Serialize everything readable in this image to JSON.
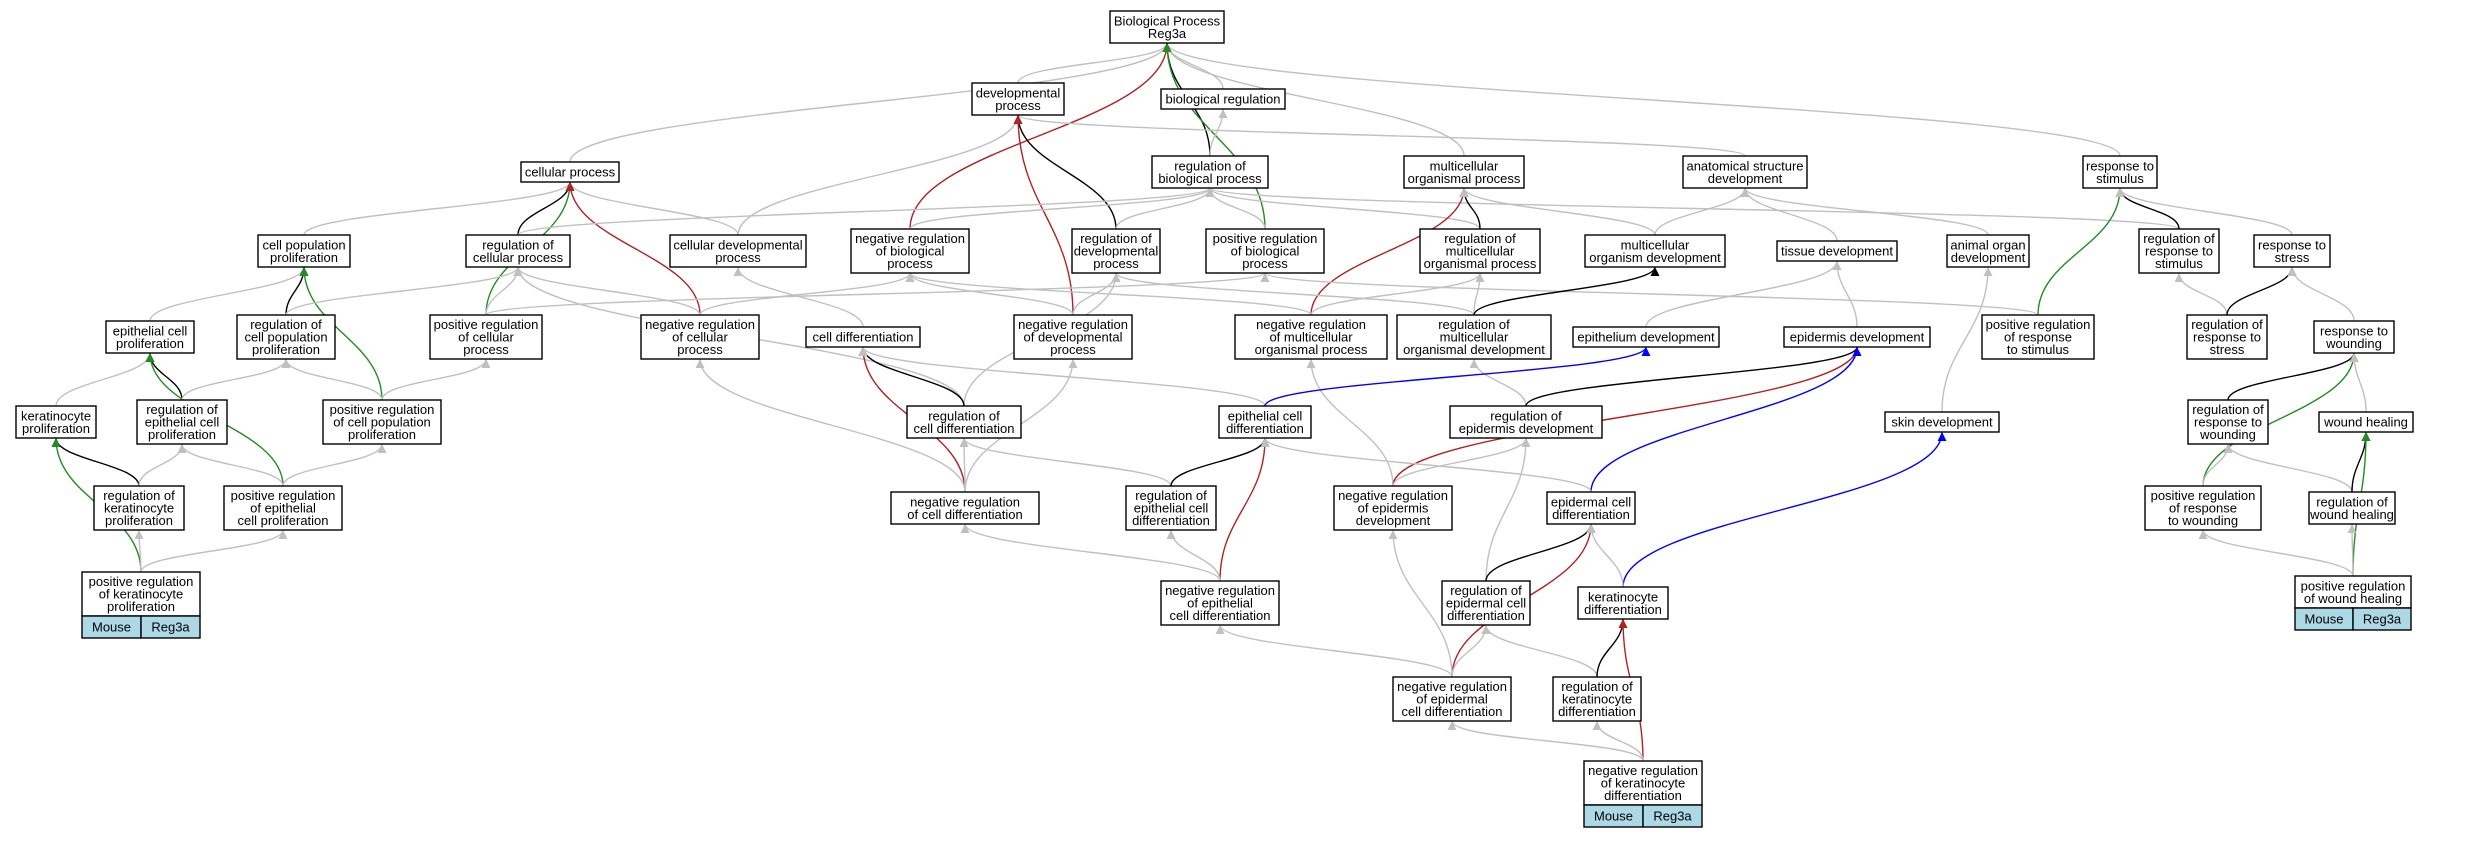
{
  "colors": {
    "is_a": "#c0c0c0",
    "part_of": "#000000",
    "negatively_regulates": "#b22222",
    "positively_regulates": "#228b22",
    "regulates": "#000000",
    "develops_from": "#0000ff",
    "tag_fill": "#add8e6"
  },
  "nodes": {
    "root": {
      "lines": [
        "Biological Process",
        "Reg3a"
      ]
    },
    "devproc": {
      "lines": [
        "developmental",
        "process"
      ]
    },
    "bioreg": {
      "lines": [
        "biological regulation"
      ]
    },
    "cellproc": {
      "lines": [
        "cellular process"
      ]
    },
    "regbio": {
      "lines": [
        "regulation of",
        "biological process"
      ]
    },
    "multiorg": {
      "lines": [
        "multicellular",
        "organismal process"
      ]
    },
    "anatdev": {
      "lines": [
        "anatomical structure",
        "development"
      ]
    },
    "respstim": {
      "lines": [
        "response to",
        "stimulus"
      ]
    },
    "cellpopprolif": {
      "lines": [
        "cell population",
        "proliferation"
      ]
    },
    "regcellproc": {
      "lines": [
        "regulation of",
        "cellular process"
      ]
    },
    "celldevproc": {
      "lines": [
        "cellular developmental",
        "process"
      ]
    },
    "negregbio": {
      "lines": [
        "negative regulation",
        "of biological",
        "process"
      ]
    },
    "regdevproc": {
      "lines": [
        "regulation of",
        "developmental",
        "process"
      ]
    },
    "posregbio": {
      "lines": [
        "positive regulation",
        "of biological",
        "process"
      ]
    },
    "regmultiorg": {
      "lines": [
        "regulation of",
        "multicellular",
        "organismal process"
      ]
    },
    "multiorgdev": {
      "lines": [
        "multicellular",
        "organism development"
      ]
    },
    "tissuedev": {
      "lines": [
        "tissue development"
      ]
    },
    "animalorgandev": {
      "lines": [
        "animal organ",
        "development"
      ]
    },
    "regrespstim": {
      "lines": [
        "regulation of",
        "response to",
        "stimulus"
      ]
    },
    "respstress": {
      "lines": [
        "response to",
        "stress"
      ]
    },
    "epicellprolif": {
      "lines": [
        "epithelial cell",
        "proliferation"
      ]
    },
    "regcellpopprolif": {
      "lines": [
        "regulation of",
        "cell population",
        "proliferation"
      ]
    },
    "posregcellproc": {
      "lines": [
        "positive regulation",
        "of cellular",
        "process"
      ]
    },
    "negregcellproc": {
      "lines": [
        "negative regulation",
        "of cellular",
        "process"
      ]
    },
    "celldiff": {
      "lines": [
        "cell differentiation"
      ]
    },
    "negregdevproc": {
      "lines": [
        "negative regulation",
        "of developmental",
        "process"
      ]
    },
    "negregmultiorg": {
      "lines": [
        "negative regulation",
        "of multicellular",
        "organismal process"
      ]
    },
    "regmultiorgdev": {
      "lines": [
        "regulation of",
        "multicellular",
        "organismal development"
      ]
    },
    "epithdev": {
      "lines": [
        "epithelium development"
      ]
    },
    "epiddev": {
      "lines": [
        "epidermis development"
      ]
    },
    "posregrespstim": {
      "lines": [
        "positive regulation",
        "of response",
        "to stimulus"
      ]
    },
    "regrespstress": {
      "lines": [
        "regulation of",
        "response to",
        "stress"
      ]
    },
    "respwound": {
      "lines": [
        "response to",
        "wounding"
      ]
    },
    "kerprolif": {
      "lines": [
        "keratinocyte",
        "proliferation"
      ]
    },
    "regepicellprolif": {
      "lines": [
        "regulation of",
        "epithelial cell",
        "proliferation"
      ]
    },
    "posregcellpopprolif": {
      "lines": [
        "positive regulation",
        "of cell population",
        "proliferation"
      ]
    },
    "regcelldiff": {
      "lines": [
        "regulation of",
        "cell differentiation"
      ]
    },
    "epicelldiff": {
      "lines": [
        "epithelial cell",
        "differentiation"
      ]
    },
    "regepiddev": {
      "lines": [
        "regulation of",
        "epidermis development"
      ]
    },
    "skindev": {
      "lines": [
        "skin development"
      ]
    },
    "regrespwound": {
      "lines": [
        "regulation of",
        "response to",
        "wounding"
      ]
    },
    "woundheal": {
      "lines": [
        "wound healing"
      ]
    },
    "regkerprolif": {
      "lines": [
        "regulation of",
        "keratinocyte",
        "proliferation"
      ]
    },
    "posregepicellprolif": {
      "lines": [
        "positive regulation",
        "of epithelial",
        "cell proliferation"
      ]
    },
    "negregcelldiff": {
      "lines": [
        "negative regulation",
        "of cell differentiation"
      ]
    },
    "regepicelldiff": {
      "lines": [
        "regulation of",
        "epithelial cell",
        "differentiation"
      ]
    },
    "negregepiddev": {
      "lines": [
        "negative regulation",
        "of epidermis",
        "development"
      ]
    },
    "epidcelldiff": {
      "lines": [
        "epidermal cell",
        "differentiation"
      ]
    },
    "posregrespwound": {
      "lines": [
        "positive regulation",
        "of response",
        "to wounding"
      ]
    },
    "regwoundheal": {
      "lines": [
        "regulation of",
        "wound healing"
      ]
    },
    "posregkerprolif": {
      "lines": [
        "positive regulation",
        "of keratinocyte",
        "proliferation"
      ]
    },
    "negregepicelldiff": {
      "lines": [
        "negative regulation",
        "of epithelial",
        "cell differentiation"
      ]
    },
    "regepidcelldiff": {
      "lines": [
        "regulation of",
        "epidermal cell",
        "differentiation"
      ]
    },
    "kerdiff": {
      "lines": [
        "keratinocyte",
        "differentiation"
      ]
    },
    "posregwoundheal": {
      "lines": [
        "positive regulation",
        "of wound healing"
      ]
    },
    "negregepidcelldiff": {
      "lines": [
        "negative regulation",
        "of epidermal",
        "cell differentiation"
      ]
    },
    "regkerdiff": {
      "lines": [
        "regulation of",
        "keratinocyte",
        "differentiation"
      ]
    },
    "negregkerdiff": {
      "lines": [
        "negative regulation",
        "of keratinocyte",
        "differentiation"
      ]
    }
  },
  "tags": {
    "posregkerprolif": [
      "Mouse",
      "Reg3a"
    ],
    "posregwoundheal": [
      "Mouse",
      "Reg3a"
    ],
    "negregkerdiff": [
      "Mouse",
      "Reg3a"
    ]
  },
  "edges": [
    [
      "devproc",
      "root",
      "is_a"
    ],
    [
      "bioreg",
      "root",
      "is_a"
    ],
    [
      "cellproc",
      "root",
      "is_a"
    ],
    [
      "multiorg",
      "root",
      "is_a"
    ],
    [
      "respstim",
      "root",
      "is_a"
    ],
    [
      "regbio",
      "root",
      "regulates"
    ],
    [
      "negregbio",
      "root",
      "negatively_regulates"
    ],
    [
      "posregbio",
      "root",
      "positively_regulates"
    ],
    [
      "regbio",
      "bioreg",
      "is_a"
    ],
    [
      "anatdev",
      "devproc",
      "is_a"
    ],
    [
      "celldevproc",
      "devproc",
      "is_a"
    ],
    [
      "regdevproc",
      "devproc",
      "regulates"
    ],
    [
      "negregdevproc",
      "devproc",
      "negatively_regulates"
    ],
    [
      "cellpopprolif",
      "cellproc",
      "is_a"
    ],
    [
      "celldevproc",
      "cellproc",
      "is_a"
    ],
    [
      "regcellproc",
      "cellproc",
      "regulates"
    ],
    [
      "posregcellproc",
      "cellproc",
      "positively_regulates"
    ],
    [
      "negregcellproc",
      "cellproc",
      "negatively_regulates"
    ],
    [
      "regcellproc",
      "regbio",
      "is_a"
    ],
    [
      "negregbio",
      "regbio",
      "is_a"
    ],
    [
      "regdevproc",
      "regbio",
      "is_a"
    ],
    [
      "posregbio",
      "regbio",
      "is_a"
    ],
    [
      "regmultiorg",
      "regbio",
      "is_a"
    ],
    [
      "regrespstim",
      "regbio",
      "is_a"
    ],
    [
      "regmultiorg",
      "multiorg",
      "regulates"
    ],
    [
      "negregmultiorg",
      "multiorg",
      "negatively_regulates"
    ],
    [
      "multiorgdev",
      "multiorg",
      "is_a"
    ],
    [
      "multiorgdev",
      "anatdev",
      "is_a"
    ],
    [
      "tissuedev",
      "anatdev",
      "is_a"
    ],
    [
      "animalorgandev",
      "anatdev",
      "is_a"
    ],
    [
      "regrespstim",
      "respstim",
      "regulates"
    ],
    [
      "posregrespstim",
      "respstim",
      "positively_regulates"
    ],
    [
      "respstress",
      "respstim",
      "is_a"
    ],
    [
      "epicellprolif",
      "cellpopprolif",
      "is_a"
    ],
    [
      "regcellpopprolif",
      "cellpopprolif",
      "regulates"
    ],
    [
      "posregcellpopprolif",
      "cellpopprolif",
      "positively_regulates"
    ],
    [
      "regcellpopprolif",
      "regcellproc",
      "is_a"
    ],
    [
      "posregcellproc",
      "regcellproc",
      "is_a"
    ],
    [
      "negregcellproc",
      "regcellproc",
      "is_a"
    ],
    [
      "regcelldiff",
      "regcellproc",
      "is_a"
    ],
    [
      "celldiff",
      "celldevproc",
      "is_a"
    ],
    [
      "negregcellproc",
      "negregbio",
      "is_a"
    ],
    [
      "negregdevproc",
      "negregbio",
      "is_a"
    ],
    [
      "negregmultiorg",
      "negregbio",
      "is_a"
    ],
    [
      "regcelldiff",
      "regdevproc",
      "is_a"
    ],
    [
      "negregdevproc",
      "regdevproc",
      "is_a"
    ],
    [
      "regmultiorgdev",
      "regdevproc",
      "is_a"
    ],
    [
      "posregcellproc",
      "posregbio",
      "is_a"
    ],
    [
      "posregrespstim",
      "posregbio",
      "is_a"
    ],
    [
      "negregmultiorg",
      "regmultiorg",
      "is_a"
    ],
    [
      "regmultiorgdev",
      "regmultiorg",
      "is_a"
    ],
    [
      "regmultiorgdev",
      "multiorgdev",
      "regulates"
    ],
    [
      "epithdev",
      "tissuedev",
      "is_a"
    ],
    [
      "epiddev",
      "tissuedev",
      "is_a"
    ],
    [
      "skindev",
      "animalorgandev",
      "is_a"
    ],
    [
      "regrespstress",
      "regrespstim",
      "is_a"
    ],
    [
      "regrespstress",
      "respstress",
      "regulates"
    ],
    [
      "respwound",
      "respstress",
      "is_a"
    ],
    [
      "kerprolif",
      "epicellprolif",
      "is_a"
    ],
    [
      "regepicellprolif",
      "epicellprolif",
      "regulates"
    ],
    [
      "posregepicellprolif",
      "epicellprolif",
      "positively_regulates"
    ],
    [
      "regepicellprolif",
      "regcellpopprolif",
      "is_a"
    ],
    [
      "posregcellpopprolif",
      "regcellpopprolif",
      "is_a"
    ],
    [
      "posregcellpopprolif",
      "posregcellproc",
      "is_a"
    ],
    [
      "regcelldiff",
      "celldiff",
      "regulates"
    ],
    [
      "negregcelldiff",
      "celldiff",
      "negatively_regulates"
    ],
    [
      "epicelldiff",
      "celldiff",
      "is_a"
    ],
    [
      "negregcelldiff",
      "negregcellproc",
      "is_a"
    ],
    [
      "negregcelldiff",
      "negregdevproc",
      "is_a"
    ],
    [
      "negregepiddev",
      "negregmultiorg",
      "is_a"
    ],
    [
      "regepiddev",
      "regmultiorgdev",
      "is_a"
    ],
    [
      "epicelldiff",
      "epithdev",
      "develops_from"
    ],
    [
      "regepiddev",
      "epiddev",
      "regulates"
    ],
    [
      "negregepiddev",
      "epiddev",
      "negatively_regulates"
    ],
    [
      "epidcelldiff",
      "epiddev",
      "develops_from"
    ],
    [
      "kerdiff",
      "skindev",
      "develops_from"
    ],
    [
      "regrespwound",
      "respwound",
      "regulates"
    ],
    [
      "posregrespwound",
      "respwound",
      "positively_regulates"
    ],
    [
      "woundheal",
      "respwound",
      "is_a"
    ],
    [
      "regkerprolif",
      "kerprolif",
      "regulates"
    ],
    [
      "posregkerprolif",
      "kerprolif",
      "positively_regulates"
    ],
    [
      "regkerprolif",
      "regepicellprolif",
      "is_a"
    ],
    [
      "posregepicellprolif",
      "regepicellprolif",
      "is_a"
    ],
    [
      "posregepicellprolif",
      "posregcellpopprolif",
      "is_a"
    ],
    [
      "negregcelldiff",
      "regcelldiff",
      "is_a"
    ],
    [
      "regepicelldiff",
      "regcelldiff",
      "is_a"
    ],
    [
      "regepicelldiff",
      "epicelldiff",
      "regulates"
    ],
    [
      "negregepicelldiff",
      "epicelldiff",
      "negatively_regulates"
    ],
    [
      "epidcelldiff",
      "epicelldiff",
      "is_a"
    ],
    [
      "negregepiddev",
      "regepiddev",
      "is_a"
    ],
    [
      "regepidcelldiff",
      "regepiddev",
      "is_a"
    ],
    [
      "regepidcelldiff",
      "epidcelldiff",
      "regulates"
    ],
    [
      "negregepidcelldiff",
      "epidcelldiff",
      "negatively_regulates"
    ],
    [
      "kerdiff",
      "epidcelldiff",
      "is_a"
    ],
    [
      "posregrespwound",
      "regrespwound",
      "is_a"
    ],
    [
      "regwoundheal",
      "regrespwound",
      "is_a"
    ],
    [
      "regwoundheal",
      "woundheal",
      "regulates"
    ],
    [
      "posregwoundheal",
      "woundheal",
      "positively_regulates"
    ],
    [
      "posregkerprolif",
      "regkerprolif",
      "is_a"
    ],
    [
      "posregkerprolif",
      "posregepicellprolif",
      "is_a"
    ],
    [
      "negregepicelldiff",
      "regepicelldiff",
      "is_a"
    ],
    [
      "negregepicelldiff",
      "negregcelldiff",
      "is_a"
    ],
    [
      "negregepidcelldiff",
      "regepidcelldiff",
      "is_a"
    ],
    [
      "negregepidcelldiff",
      "negregepicelldiff",
      "is_a"
    ],
    [
      "negregepidcelldiff",
      "negregepiddev",
      "is_a"
    ],
    [
      "regkerdiff",
      "regepidcelldiff",
      "is_a"
    ],
    [
      "regkerdiff",
      "kerdiff",
      "regulates"
    ],
    [
      "negregkerdiff",
      "kerdiff",
      "negatively_regulates"
    ],
    [
      "negregkerdiff",
      "regkerdiff",
      "is_a"
    ],
    [
      "negregkerdiff",
      "negregepidcelldiff",
      "is_a"
    ],
    [
      "posregwoundheal",
      "regwoundheal",
      "is_a"
    ],
    [
      "posregwoundheal",
      "posregrespwound",
      "is_a"
    ]
  ]
}
